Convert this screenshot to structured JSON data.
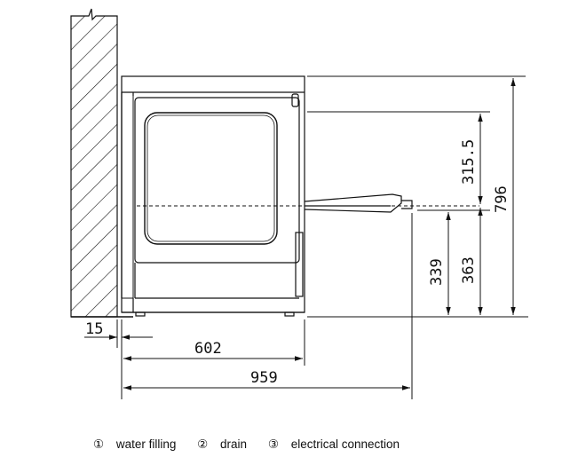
{
  "dimensions": {
    "wall_gap": "15",
    "depth": "602",
    "depth_door_open": "959",
    "height_to_connection_1": "339",
    "height_to_connection_2": "363",
    "connection_offset": "315.5",
    "height_total": "796"
  },
  "legend": [
    {
      "marker": "①",
      "label": "water filling"
    },
    {
      "marker": "②",
      "label": "drain"
    },
    {
      "marker": "③",
      "label": "electrical connection"
    }
  ],
  "colors": {
    "line": "#111111",
    "background": "#ffffff"
  }
}
